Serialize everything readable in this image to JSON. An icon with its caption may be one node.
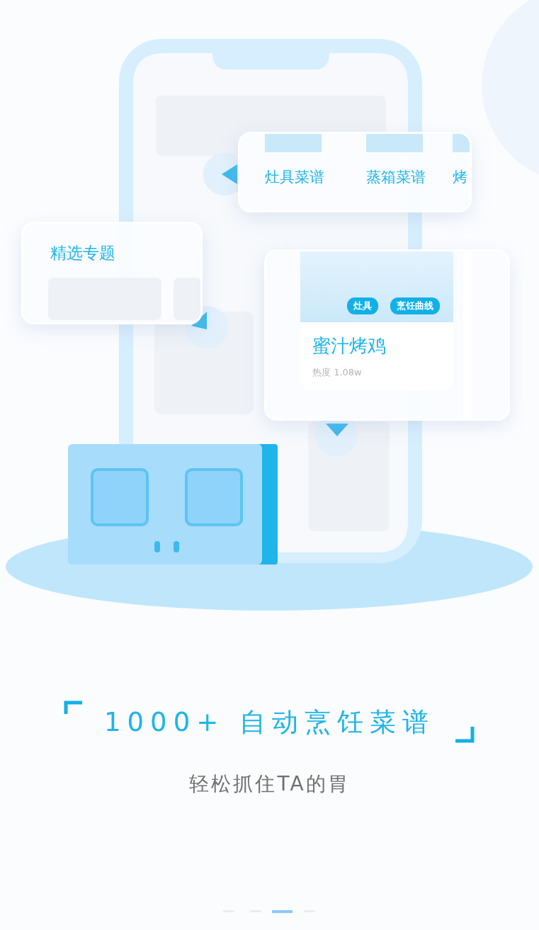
{
  "diagram": {
    "title": "1000+ 自动烹饪菜谱",
    "caption": "轻松抓住TA的胃",
    "nodes": [
      {
        "text": [
          "灶具菜谱",
          "蒸箱菜谱",
          "烤"
        ]
      },
      {
        "text": [
          "精选专题"
        ]
      },
      {
        "text": [
          "蜜汁烤鸡",
          "热度 1.08w"
        ]
      },
      {
        "text": [
          "灶具"
        ],
        "in": 2
      },
      {
        "text": [
          "烹饪曲线"
        ],
        "in": 2
      }
    ],
    "edges": []
  }
}
